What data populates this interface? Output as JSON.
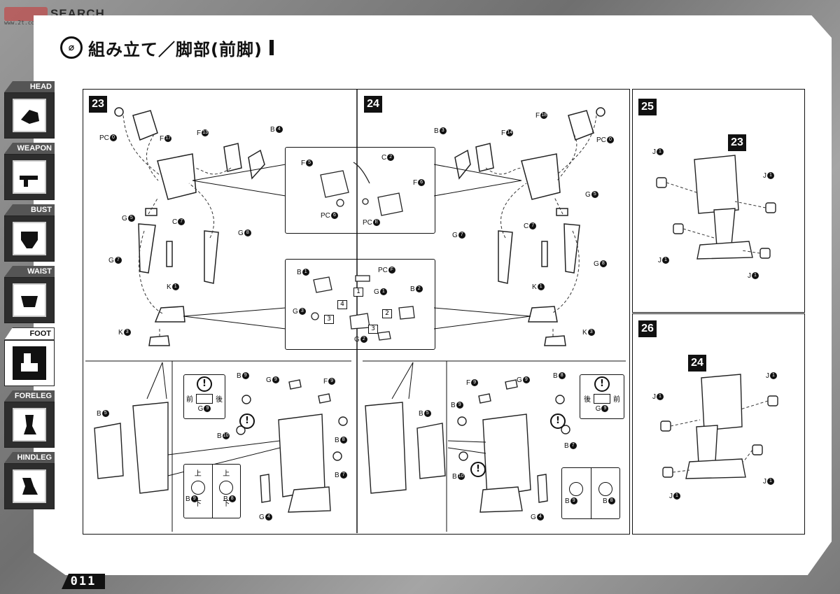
{
  "watermark": {
    "title": "SEARCH",
    "sub": "www.2t.com"
  },
  "title": {
    "icon": "⌀",
    "text": "組み立て／脚部(前脚)"
  },
  "sidebar": [
    {
      "label": "HEAD",
      "icon": "head-icon",
      "active": false
    },
    {
      "label": "WEAPON",
      "icon": "weapon-icon",
      "active": false
    },
    {
      "label": "BUST",
      "icon": "bust-icon",
      "active": false
    },
    {
      "label": "WAIST",
      "icon": "waist-icon",
      "active": false
    },
    {
      "label": "FOOT",
      "icon": "foot-icon",
      "active": true
    },
    {
      "label": "FORELEG",
      "icon": "foreleg-icon",
      "active": false
    },
    {
      "label": "HINDLEG",
      "icon": "hindleg-icon",
      "active": false
    }
  ],
  "steps": {
    "s23": "23",
    "s24": "24",
    "s25": "25",
    "s26": "26"
  },
  "refs": {
    "r23": "23",
    "r24": "24"
  },
  "notes": {
    "warn": "!",
    "front": "前",
    "back": "後",
    "top": "上",
    "bottom": "下"
  },
  "parts": {
    "step23": [
      {
        "p": "PC",
        "n": "0"
      },
      {
        "p": "F",
        "n": "17"
      },
      {
        "p": "F",
        "n": "13"
      },
      {
        "p": "B",
        "n": "4"
      },
      {
        "p": "G",
        "n": "5"
      },
      {
        "p": "C",
        "n": "7"
      },
      {
        "p": "G",
        "n": "8"
      },
      {
        "p": "G",
        "n": "7"
      },
      {
        "p": "K",
        "n": "1"
      },
      {
        "p": "K",
        "n": "3"
      }
    ],
    "inset1": [
      {
        "p": "F",
        "n": "5"
      },
      {
        "p": "C",
        "n": "2"
      },
      {
        "p": "F",
        "n": "6"
      },
      {
        "p": "PC",
        "n": "6"
      },
      {
        "p": "PC",
        "n": "E"
      }
    ],
    "inset2": [
      {
        "p": "B",
        "n": "1"
      },
      {
        "p": "PC",
        "n": "F"
      },
      {
        "p": "G",
        "n": "1"
      },
      {
        "p": "B",
        "n": "2"
      },
      {
        "p": "G",
        "n": "3"
      },
      {
        "p": "G",
        "n": "2"
      }
    ],
    "inset2_steps": [
      "1",
      "2",
      "3",
      "3",
      "4"
    ],
    "step24": [
      {
        "p": "F",
        "n": "18"
      },
      {
        "p": "B",
        "n": "3"
      },
      {
        "p": "F",
        "n": "14"
      },
      {
        "p": "PC",
        "n": "0"
      },
      {
        "p": "G",
        "n": "5"
      },
      {
        "p": "G",
        "n": "7"
      },
      {
        "p": "C",
        "n": "7"
      },
      {
        "p": "G",
        "n": "8"
      },
      {
        "p": "K",
        "n": "1"
      },
      {
        "p": "K",
        "n": "3"
      }
    ],
    "sub23": [
      {
        "p": "B",
        "n": "5"
      },
      {
        "p": "B",
        "n": "9"
      },
      {
        "p": "G",
        "n": "9"
      },
      {
        "p": "F",
        "n": "9"
      },
      {
        "p": "B",
        "n": "10"
      },
      {
        "p": "B",
        "n": "8"
      },
      {
        "p": "B",
        "n": "7"
      },
      {
        "p": "G",
        "n": "4"
      },
      {
        "p": "G",
        "n": "9"
      },
      {
        "p": "B",
        "n": "9"
      },
      {
        "p": "B",
        "n": "8"
      }
    ],
    "sub24": [
      {
        "p": "B",
        "n": "5"
      },
      {
        "p": "F",
        "n": "9"
      },
      {
        "p": "G",
        "n": "9"
      },
      {
        "p": "B",
        "n": "8"
      },
      {
        "p": "B",
        "n": "9"
      },
      {
        "p": "B",
        "n": "7"
      },
      {
        "p": "B",
        "n": "10"
      },
      {
        "p": "G",
        "n": "4"
      },
      {
        "p": "G",
        "n": "9"
      },
      {
        "p": "B",
        "n": "9"
      },
      {
        "p": "B",
        "n": "8"
      }
    ],
    "step25": [
      {
        "p": "J",
        "n": "1"
      },
      {
        "p": "J",
        "n": "1"
      },
      {
        "p": "J",
        "n": "1"
      },
      {
        "p": "J",
        "n": "1"
      }
    ],
    "step26": [
      {
        "p": "J",
        "n": "1"
      },
      {
        "p": "J",
        "n": "1"
      },
      {
        "p": "J",
        "n": "1"
      },
      {
        "p": "J",
        "n": "1"
      }
    ]
  },
  "page_number": "011"
}
